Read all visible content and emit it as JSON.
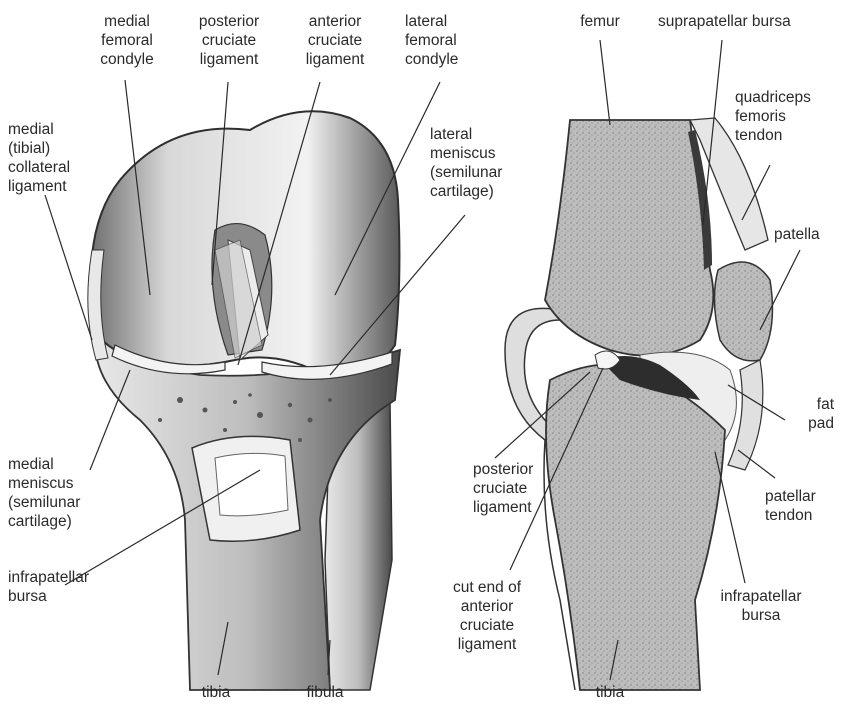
{
  "labels": {
    "medial_femoral_condyle": [
      "medial",
      "femoral",
      "condyle"
    ],
    "posterior_cruciate_ligament_left": [
      "posterior",
      "cruciate",
      "ligament"
    ],
    "anterior_cruciate_ligament": [
      "anterior",
      "cruciate",
      "ligament"
    ],
    "lateral_femoral_condyle": [
      "lateral",
      "femoral",
      "condyle"
    ],
    "medial_collateral_ligament": [
      "medial",
      "(tibial)",
      "collateral",
      "ligament"
    ],
    "lateral_meniscus": [
      "lateral",
      "meniscus",
      "(semilunar",
      "cartilage)"
    ],
    "medial_meniscus": [
      "medial",
      "meniscus",
      "(semilunar",
      "cartilage)"
    ],
    "infrapatellar_bursa_left": [
      "infrapatellar",
      "bursa"
    ],
    "tibia_left": [
      "tibia"
    ],
    "fibula": [
      "fibula"
    ],
    "femur": [
      "femur"
    ],
    "suprapatellar_bursa": [
      "suprapatellar bursa"
    ],
    "quadriceps_femoris_tendon": [
      "quadriceps",
      "femoris",
      "tendon"
    ],
    "patella": [
      "patella"
    ],
    "fat_pad": [
      "fat",
      "pad"
    ],
    "patellar_tendon": [
      "patellar",
      "tendon"
    ],
    "posterior_cruciate_ligament_right": [
      "posterior",
      "cruciate",
      "ligament"
    ],
    "cut_end_acl": [
      "cut end of",
      "anterior",
      "cruciate",
      "ligament"
    ],
    "infrapatellar_bursa_right": [
      "infrapatellar",
      "bursa"
    ],
    "tibia_right": [
      "tibia"
    ]
  }
}
